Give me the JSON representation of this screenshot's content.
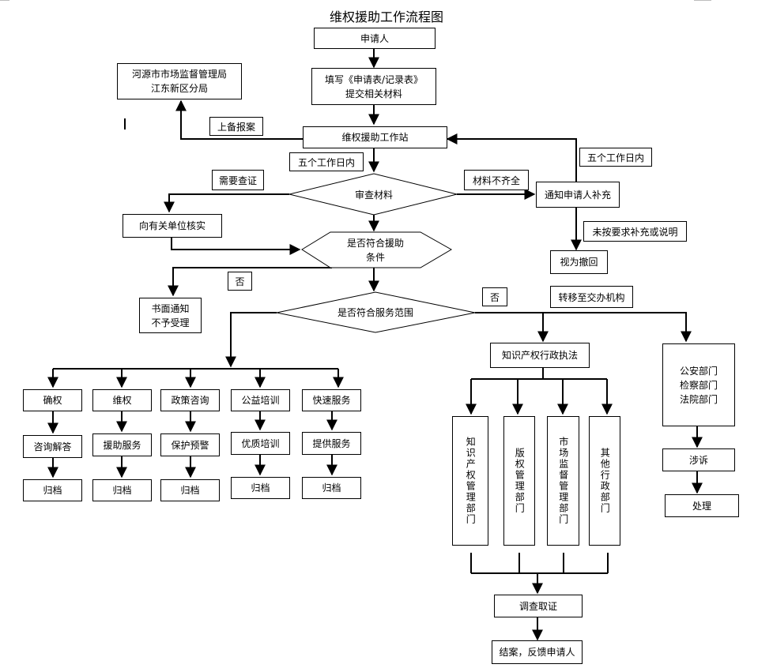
{
  "title": "维权援助工作流程图",
  "nodes": {
    "applicant": "申请人",
    "fill_form": "填写《申请表/记录表》\n提交相关材料",
    "market_bureau": "河源市市场监督管理局\n江东新区分局",
    "station": "维权援助工作站",
    "verify_units": "向有关单位核实",
    "written_notice": "书面通知\n不予受理",
    "notify_supplement": "通知申请人补充",
    "withdrawn": "视为撤回",
    "ip_enforcement": "知识产权行政执法",
    "police_dept": "公安部门\n检察部门\n法院部门",
    "involved": "涉诉",
    "handle": "处理",
    "investigate": "调查取证",
    "close_case": "结案，反馈申请人"
  },
  "decisions": {
    "review": "审查材料",
    "eligible": "是否符合援助\n条件",
    "scope": "是否符合服务范围"
  },
  "labels": {
    "report": "上备报案",
    "five_days_a": "五个工作日内",
    "five_days_b": "五个工作日内",
    "need_verify": "需要查证",
    "incomplete": "材料不齐全",
    "not_as_required": "未按要求补充或说明",
    "no_a": "否",
    "no_b": "否",
    "transfer": "转移至交办机构"
  },
  "services": [
    {
      "head": "确权",
      "step": "咨询解答",
      "end": "归档"
    },
    {
      "head": "维权",
      "step": "援助服务",
      "end": "归档"
    },
    {
      "head": "政策咨询",
      "step": "保护预警",
      "end": "归档"
    },
    {
      "head": "公益培训",
      "step": "优质培训",
      "end": "归档"
    },
    {
      "head": "快速服务",
      "step": "提供服务",
      "end": "归档"
    }
  ],
  "departments": [
    "知识产权管理部门",
    "版权管理部门",
    "市场监督管理部门",
    "其他行政部门"
  ]
}
